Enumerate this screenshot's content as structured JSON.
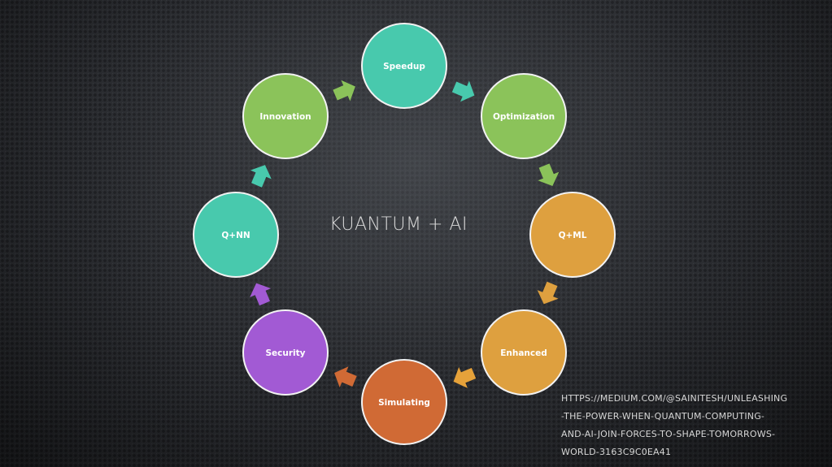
{
  "title": "KUANTUM + AI",
  "nodes": [
    {
      "label": "Speedup",
      "color": "#48c9ad"
    },
    {
      "label": "Optimization",
      "color": "#8bc35a"
    },
    {
      "label": "Q+ML",
      "color": "#dea03f"
    },
    {
      "label": "Enhanced",
      "color": "#dea03f"
    },
    {
      "label": "Simulating",
      "color": "#d06a35"
    },
    {
      "label": "Security",
      "color": "#a25ad4"
    },
    {
      "label": "Q+NN",
      "color": "#48c9ad"
    },
    {
      "label": "Innovation",
      "color": "#8bc35a"
    }
  ],
  "arrows": [
    {
      "from": "Speedup",
      "to": "Optimization",
      "color": "#48c9ad",
      "icon": "arrow-right-down"
    },
    {
      "from": "Optimization",
      "to": "Q+ML",
      "color": "#8bc35a",
      "icon": "arrow-down"
    },
    {
      "from": "Q+ML",
      "to": "Enhanced",
      "color": "#dea03f",
      "icon": "arrow-down-left"
    },
    {
      "from": "Enhanced",
      "to": "Simulating",
      "color": "#e6a23a",
      "icon": "arrow-left-down"
    },
    {
      "from": "Simulating",
      "to": "Security",
      "color": "#d06a35",
      "icon": "arrow-left-up"
    },
    {
      "from": "Security",
      "to": "Q+NN",
      "color": "#a25ad4",
      "icon": "arrow-up"
    },
    {
      "from": "Q+NN",
      "to": "Innovation",
      "color": "#48c9ad",
      "icon": "arrow-up-right"
    },
    {
      "from": "Innovation",
      "to": "Speedup",
      "color": "#8bc35a",
      "icon": "arrow-right-up"
    }
  ],
  "source_lines": [
    "HTTPS://MEDIUM.COM/@SAINITESH/UNLEASHING",
    "-THE-POWER-WHEN-QUANTUM-COMPUTING-",
    "AND-AI-JOIN-FORCES-TO-SHAPE-TOMORROWS-",
    "WORLD-3163C9C0EA41"
  ]
}
